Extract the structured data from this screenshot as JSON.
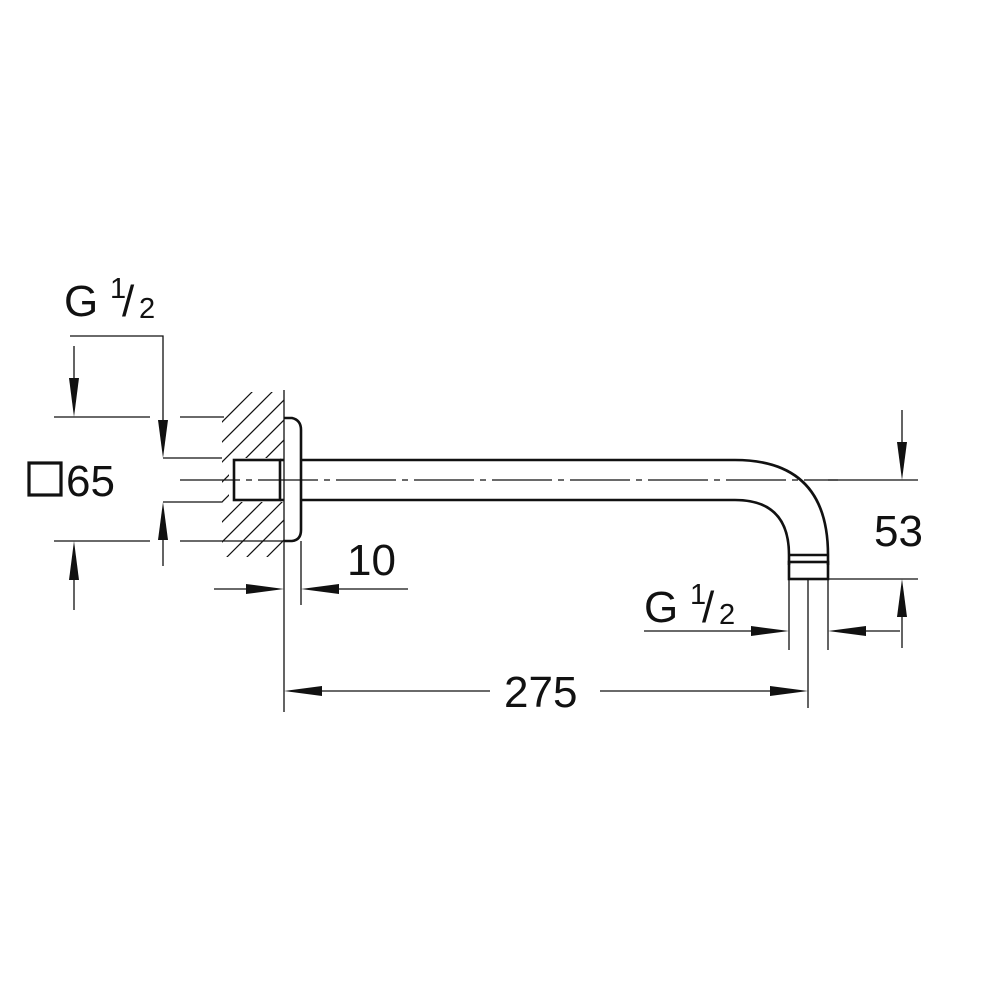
{
  "drawing": {
    "thread_left": {
      "base": "G",
      "num": "1",
      "sep": "/",
      "den": "2"
    },
    "thread_right": {
      "base": "G",
      "num": "1",
      "sep": "/",
      "den": "2"
    },
    "rosette_size": "65",
    "rosette_symbol": "square-symbol-icon",
    "rosette_depth": "10",
    "projection": "275",
    "drop": "53"
  }
}
